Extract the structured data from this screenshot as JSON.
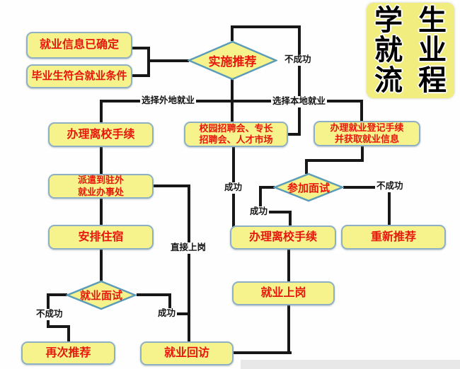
{
  "title": {
    "text": "学生就业流程",
    "chars": [
      "学",
      "生",
      "就",
      "业",
      "流",
      "程"
    ]
  },
  "nodes": {
    "info_confirmed": {
      "label": "就业信息已确定"
    },
    "graduate_qualified": {
      "label": "毕业生符合就业条件"
    },
    "implement_recommendation": {
      "label": "实施推荐"
    },
    "leave_school_left": {
      "label": "办理离校手续"
    },
    "dispatch_office": {
      "line1": "派遣到驻外",
      "line2": "就业办事处"
    },
    "arrange_accommodation": {
      "label": "安排住宿"
    },
    "job_fairs": {
      "line1": "校园招聘会、专长",
      "line2": "招聘会、人才市场"
    },
    "employment_registration": {
      "line1": "办理就业登记手续",
      "line2": "并获取就业信息"
    },
    "attend_interview": {
      "label": "参加面试"
    },
    "leave_school_right": {
      "label": "办理离校手续"
    },
    "re_recommendation": {
      "label": "重新推荐"
    },
    "start_work": {
      "label": "就业上岗"
    },
    "employment_interview": {
      "label": "就业面试"
    },
    "recommend_again": {
      "label": "再次推荐"
    },
    "employment_follow_up": {
      "label": "就业回访"
    }
  },
  "edge_labels": {
    "recommendation_fail": "不成功",
    "choose_remote": "选择外地就业",
    "choose_local": "选择本地就业",
    "fair_success": "成功",
    "interview_success": "成功",
    "interview_fail": "不成功",
    "direct_to_post": "直接上岗",
    "final_interview_success": "成功",
    "final_interview_fail": "不成功"
  },
  "colors": {
    "node_fill": "#f6f28c",
    "node_border": "#8db0c4",
    "node_text": "#e8170d",
    "connector": "#171717",
    "edge_label_text": "#151515",
    "title_fill": "#f1ed7e",
    "title_text": "#000000",
    "background": "#fefefe"
  }
}
